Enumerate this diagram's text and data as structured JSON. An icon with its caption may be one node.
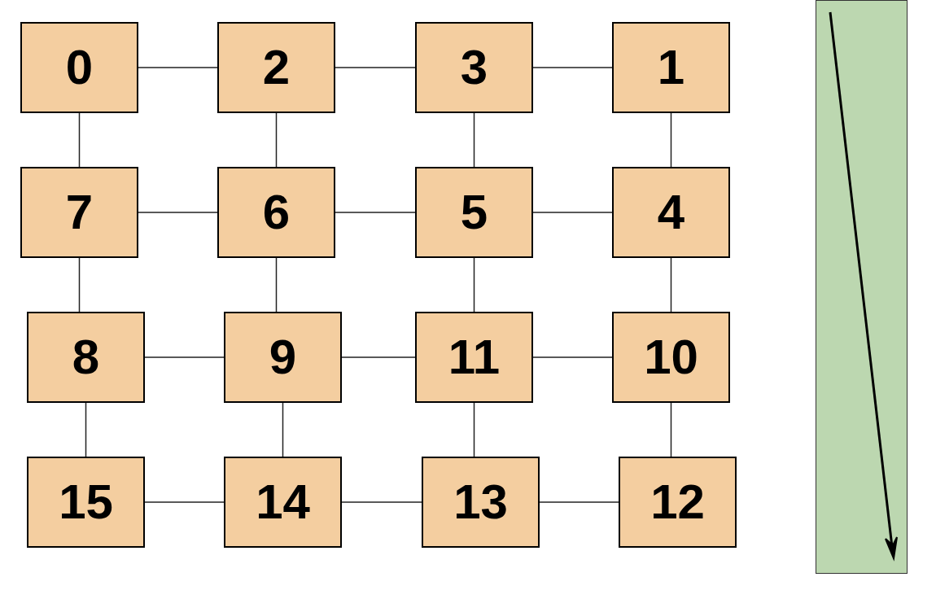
{
  "diagram": {
    "nodes": [
      {
        "text": [
          "0"
        ]
      },
      {
        "text": [
          "2"
        ]
      },
      {
        "text": [
          "3"
        ]
      },
      {
        "text": [
          "1"
        ]
      },
      {
        "text": [
          "7"
        ]
      },
      {
        "text": [
          "6"
        ]
      },
      {
        "text": [
          "5"
        ]
      },
      {
        "text": [
          "4"
        ]
      },
      {
        "text": [
          "8"
        ]
      },
      {
        "text": [
          "9"
        ]
      },
      {
        "text": [
          "11"
        ]
      },
      {
        "text": [
          "10"
        ]
      },
      {
        "text": [
          "15"
        ]
      },
      {
        "text": [
          "14"
        ]
      },
      {
        "text": [
          "13"
        ]
      },
      {
        "text": [
          "12"
        ]
      },
      {
        "text": [],
        "shape": "bar"
      }
    ],
    "edges": [
      {
        "from": 0,
        "to": 1,
        "arrow": "none"
      },
      {
        "from": 1,
        "to": 2,
        "arrow": "none"
      },
      {
        "from": 2,
        "to": 3,
        "arrow": "none"
      },
      {
        "from": 4,
        "to": 5,
        "arrow": "none"
      },
      {
        "from": 5,
        "to": 6,
        "arrow": "none"
      },
      {
        "from": 6,
        "to": 7,
        "arrow": "none"
      },
      {
        "from": 8,
        "to": 9,
        "arrow": "none"
      },
      {
        "from": 9,
        "to": 10,
        "arrow": "none"
      },
      {
        "from": 10,
        "to": 11,
        "arrow": "none"
      },
      {
        "from": 12,
        "to": 13,
        "arrow": "none"
      },
      {
        "from": 13,
        "to": 14,
        "arrow": "none"
      },
      {
        "from": 14,
        "to": 15,
        "arrow": "none"
      },
      {
        "from": 0,
        "to": 4,
        "arrow": "none"
      },
      {
        "from": 4,
        "to": 8,
        "arrow": "none"
      },
      {
        "from": 8,
        "to": 12,
        "arrow": "none"
      },
      {
        "from": 1,
        "to": 5,
        "arrow": "none"
      },
      {
        "from": 5,
        "to": 9,
        "arrow": "none"
      },
      {
        "from": 9,
        "to": 13,
        "arrow": "none"
      },
      {
        "from": 2,
        "to": 6,
        "arrow": "none"
      },
      {
        "from": 6,
        "to": 10,
        "arrow": "none"
      },
      {
        "from": 10,
        "to": 14,
        "arrow": "none"
      },
      {
        "from": 3,
        "to": 7,
        "arrow": "none"
      },
      {
        "from": 7,
        "to": 11,
        "arrow": "none"
      },
      {
        "from": 11,
        "to": 15,
        "arrow": "none"
      }
    ]
  }
}
